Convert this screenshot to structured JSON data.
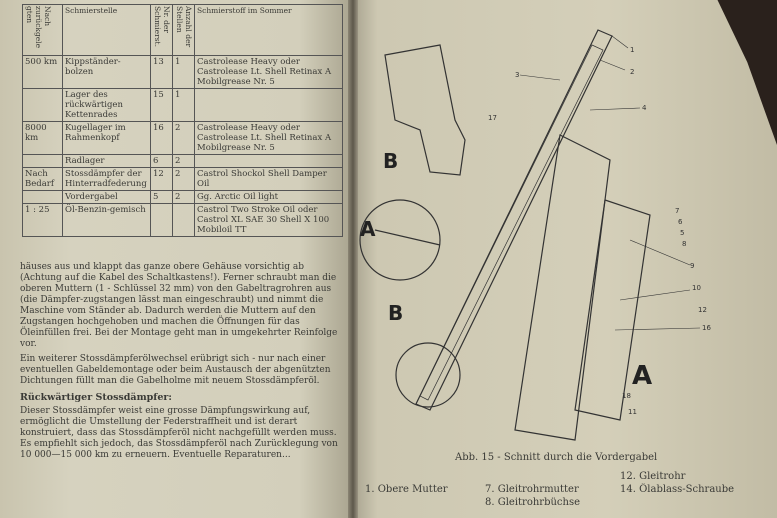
{
  "table": {
    "headers": [
      "Nach zurückgelegten",
      "Schmierstelle",
      "Nr. der Schmierst.",
      "Anzahl der Stellen",
      "Schmierstoff im Sommer"
    ],
    "rows": [
      {
        "interval": "500 km",
        "point": "Kippständer-bolzen",
        "nr": "13",
        "count": "1",
        "lubricant": "Castrolease Heavy oder Castrolease Lt. Shell Retinax A Mobilgrease Nr. 5"
      },
      {
        "interval": "",
        "point": "Lager des rückwärtigen Kettenrades",
        "nr": "15",
        "count": "1",
        "lubricant": ""
      },
      {
        "interval": "8000 km",
        "point": "Kugellager im Rahmenkopf",
        "nr": "16",
        "count": "2",
        "lubricant": "Castrolease Heavy oder Castrolease Lt. Shell Retinax A Mobilgrease Nr. 5"
      },
      {
        "interval": "",
        "point": "Radlager",
        "nr": "6",
        "count": "2",
        "lubricant": ""
      },
      {
        "interval": "Nach Bedarf",
        "point": "Stossdämpfer der Hinterradfederung",
        "nr": "12",
        "count": "2",
        "lubricant": "Castrol Shockol Shell Damper Oil"
      },
      {
        "interval": "",
        "point": "Vordergabel",
        "nr": "5",
        "count": "2",
        "lubricant": "Gg. Arctic Oil light"
      },
      {
        "interval": "1 : 25",
        "point": "Öl-Benzin-gemisch",
        "nr": "",
        "count": "",
        "lubricant": "Castrol Two Stroke Oil oder Castrol XL SAE 30 Shell X 100 Mobiloil TT"
      }
    ]
  },
  "body": {
    "p1": "häuses aus und klappt das ganze obere Gehäuse vorsichtig ab (Achtung auf die Kabel des Schaltkastens!). Ferner schraubt man die oberen Muttern (1 - Schlüssel 32 mm) von den Gabeltragrohren aus (die Dämpfer-zugstangen lässt man eingeschraubt) und nimmt die Maschine vom Ständer ab. Dadurch werden die Muttern auf den Zugstangen hochgehoben und machen die Öffnungen für das Öleinfüllen frei. Bei der Montage geht man in umgekehrter Reinfolge vor.",
    "p2": "Ein weiterer Stossdämpferölwechsel erübrigt sich - nur nach einer eventuellen Gabeldemontage oder beim Austausch der abgenützten Dichtungen füllt man die Gabelholme mit neuem Stossdämpferöl.",
    "heading": "Rückwärtiger Stossdämpfer:",
    "p3": "Dieser Stossdämpfer weist eine grosse Dämpfungswirkung auf, ermöglicht die Umstellung der Federstraffheit und ist derart konstruiert, dass das Stossdämpferöl nicht nachgefüllt werden muss. Es empfiehlt sich jedoch, das Stossdämpferöl nach Zurücklegung von 10 000—15 000 km zu erneuern. Eventuelle Reparaturen..."
  },
  "figure": {
    "labels": {
      "a1": "A",
      "a2": "A",
      "b1": "B",
      "b2": "B"
    },
    "numbers": [
      "1",
      "2",
      "3",
      "4",
      "17",
      "7",
      "6",
      "5",
      "8",
      "9",
      "10",
      "12",
      "16",
      "18",
      "11"
    ],
    "caption": "Abb. 15 - Schnitt durch die Vordergabel",
    "legend": [
      "1. Obere Mutter",
      "7. Gleitrohrmutter",
      "12. Gleitrohr",
      "",
      "8. Gleitrohrbüchse",
      "14. Ölablass-Schraube"
    ]
  }
}
